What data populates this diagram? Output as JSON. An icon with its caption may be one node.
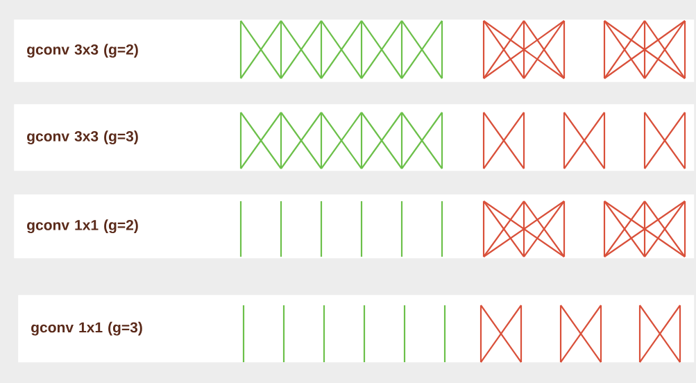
{
  "diagram": {
    "nodes": [
      {
        "text": [
          "gconv 3x3 (g=2)"
        ]
      },
      {
        "text": [
          "gconv 3x3 (g=3)"
        ]
      },
      {
        "text": [
          "gconv 1x1 (g=2)"
        ]
      },
      {
        "text": [
          "gconv 1x1 (g=3)"
        ]
      }
    ]
  }
}
